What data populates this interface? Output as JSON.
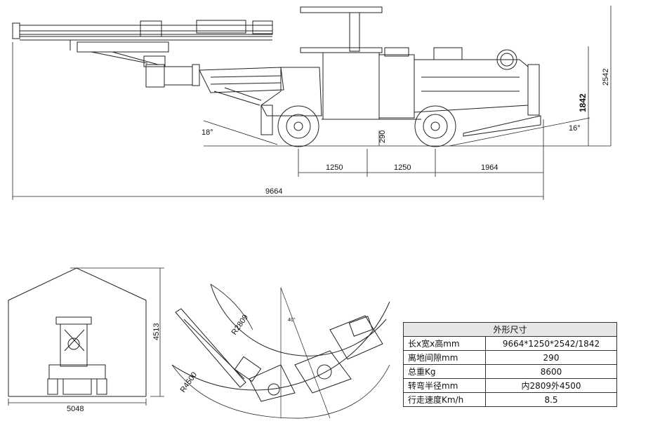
{
  "side_view": {
    "total_length": "9664",
    "height_canopy": "2542",
    "height_body": "1842",
    "clearance": "290",
    "segment_1": "1250",
    "segment_2": "1250",
    "segment_3": "1964",
    "approach_angle": "18°",
    "departure_angle": "16°"
  },
  "front_view": {
    "width": "5048",
    "height": "4513"
  },
  "turning_view": {
    "inner_radius": "R2809",
    "outer_radius": "R4500",
    "angle": "40°"
  },
  "spec_table": {
    "title": "外形尺寸",
    "rows": [
      {
        "label": "长x宽x高mm",
        "value": "9664*1250*2542/1842"
      },
      {
        "label": "离地间隙mm",
        "value": "290"
      },
      {
        "label": "总重Kg",
        "value": "8600"
      },
      {
        "label": "转弯半径mm",
        "value": "内2809外4500"
      },
      {
        "label": "行走速度Km/h",
        "value": "8.5"
      }
    ]
  }
}
